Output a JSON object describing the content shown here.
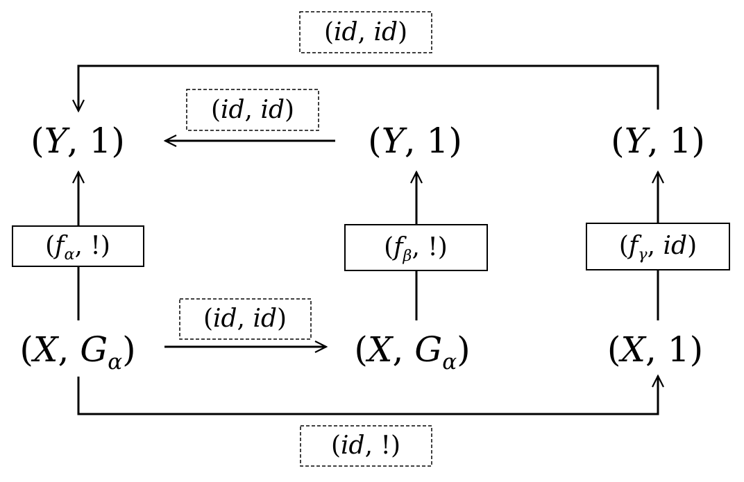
{
  "nodes": {
    "top_left": {
      "var": "Y",
      "second": "1"
    },
    "top_middle": {
      "var": "Y",
      "second": "1"
    },
    "top_right": {
      "var": "Y",
      "second": "1"
    },
    "bottom_left": {
      "var": "X",
      "second": "G",
      "second_sub": "α"
    },
    "bottom_middle": {
      "var": "X",
      "second": "G",
      "second_sub": "α"
    },
    "bottom_right": {
      "var": "X",
      "second": "1"
    }
  },
  "labels": {
    "top_loop": {
      "first": "id",
      "second": "id"
    },
    "top_middle_to_left": {
      "first": "id",
      "second": "id"
    },
    "bottom_left_to_middle": {
      "first": "id",
      "second": "id"
    },
    "bottom_loop": {
      "first": "id",
      "second": "!"
    },
    "left_vertical": {
      "first": "f",
      "first_sub": "α",
      "second": "!"
    },
    "middle_vertical": {
      "first": "f",
      "first_sub": "β",
      "second": "!"
    },
    "right_vertical": {
      "first": "f",
      "first_sub": "γ",
      "second": "id"
    }
  }
}
